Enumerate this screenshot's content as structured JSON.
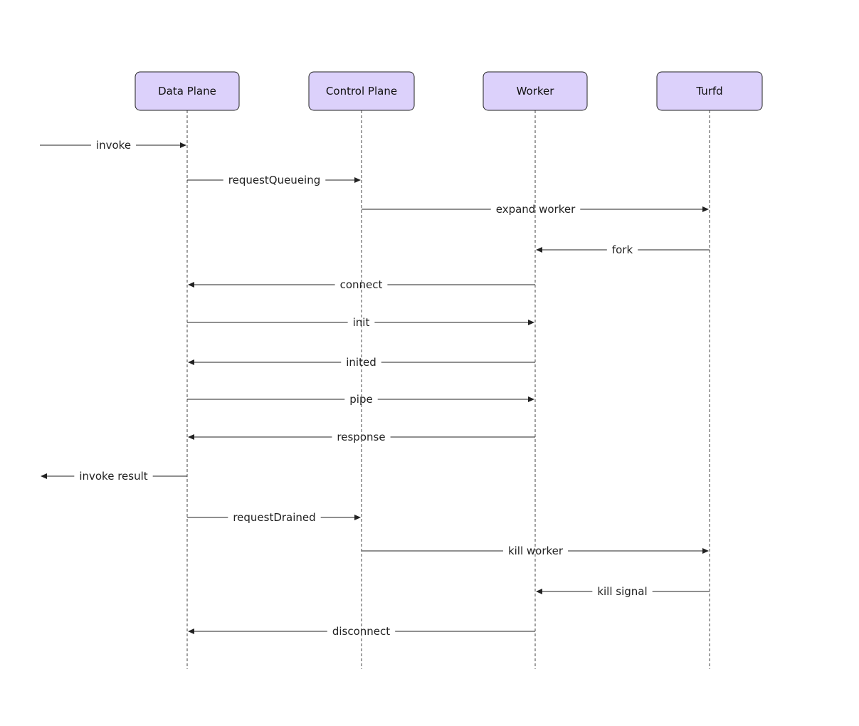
{
  "participants": [
    {
      "id": "dp",
      "label": "Data Plane"
    },
    {
      "id": "cp",
      "label": "Control Plane"
    },
    {
      "id": "wk",
      "label": "Worker"
    },
    {
      "id": "tf",
      "label": "Turfd"
    }
  ],
  "messages": [
    {
      "from": "external",
      "to": "dp",
      "label": "invoke"
    },
    {
      "from": "dp",
      "to": "cp",
      "label": "requestQueueing"
    },
    {
      "from": "cp",
      "to": "tf",
      "label": "expand worker"
    },
    {
      "from": "tf",
      "to": "wk",
      "label": "fork"
    },
    {
      "from": "wk",
      "to": "dp",
      "label": "connect"
    },
    {
      "from": "dp",
      "to": "wk",
      "label": "init"
    },
    {
      "from": "wk",
      "to": "dp",
      "label": "inited"
    },
    {
      "from": "dp",
      "to": "wk",
      "label": "pipe"
    },
    {
      "from": "wk",
      "to": "dp",
      "label": "response"
    },
    {
      "from": "dp",
      "to": "external",
      "label": "invoke result"
    },
    {
      "from": "dp",
      "to": "cp",
      "label": "requestDrained"
    },
    {
      "from": "cp",
      "to": "tf",
      "label": "kill worker"
    },
    {
      "from": "tf",
      "to": "wk",
      "label": "kill signal"
    },
    {
      "from": "wk",
      "to": "dp",
      "label": "disconnect"
    }
  ],
  "colors": {
    "participant_fill": "#dcd1fb",
    "participant_border": "#222222",
    "line": "#222222"
  }
}
